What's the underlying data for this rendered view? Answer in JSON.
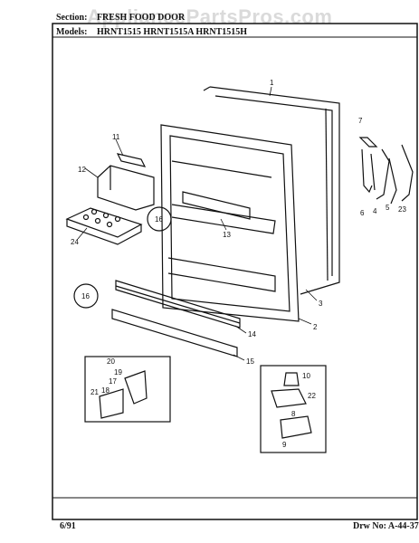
{
  "header": {
    "section_label": "Section:",
    "section_value": "FRESH FOOD DOOR",
    "models_label": "Models:",
    "models_value": "HRNT1515  HRNT1515A  HRNT1515H"
  },
  "watermark": "AppliancePartsPros.com",
  "footer": {
    "date": "6/91",
    "drawing_number": "Drw No: A-44-37"
  },
  "callouts": [
    "1",
    "2",
    "3",
    "4",
    "5",
    "6",
    "7",
    "8",
    "9",
    "10",
    "11",
    "12",
    "13",
    "14",
    "15",
    "16",
    "16",
    "17",
    "18",
    "19",
    "20",
    "21",
    "22",
    "23",
    "24"
  ]
}
